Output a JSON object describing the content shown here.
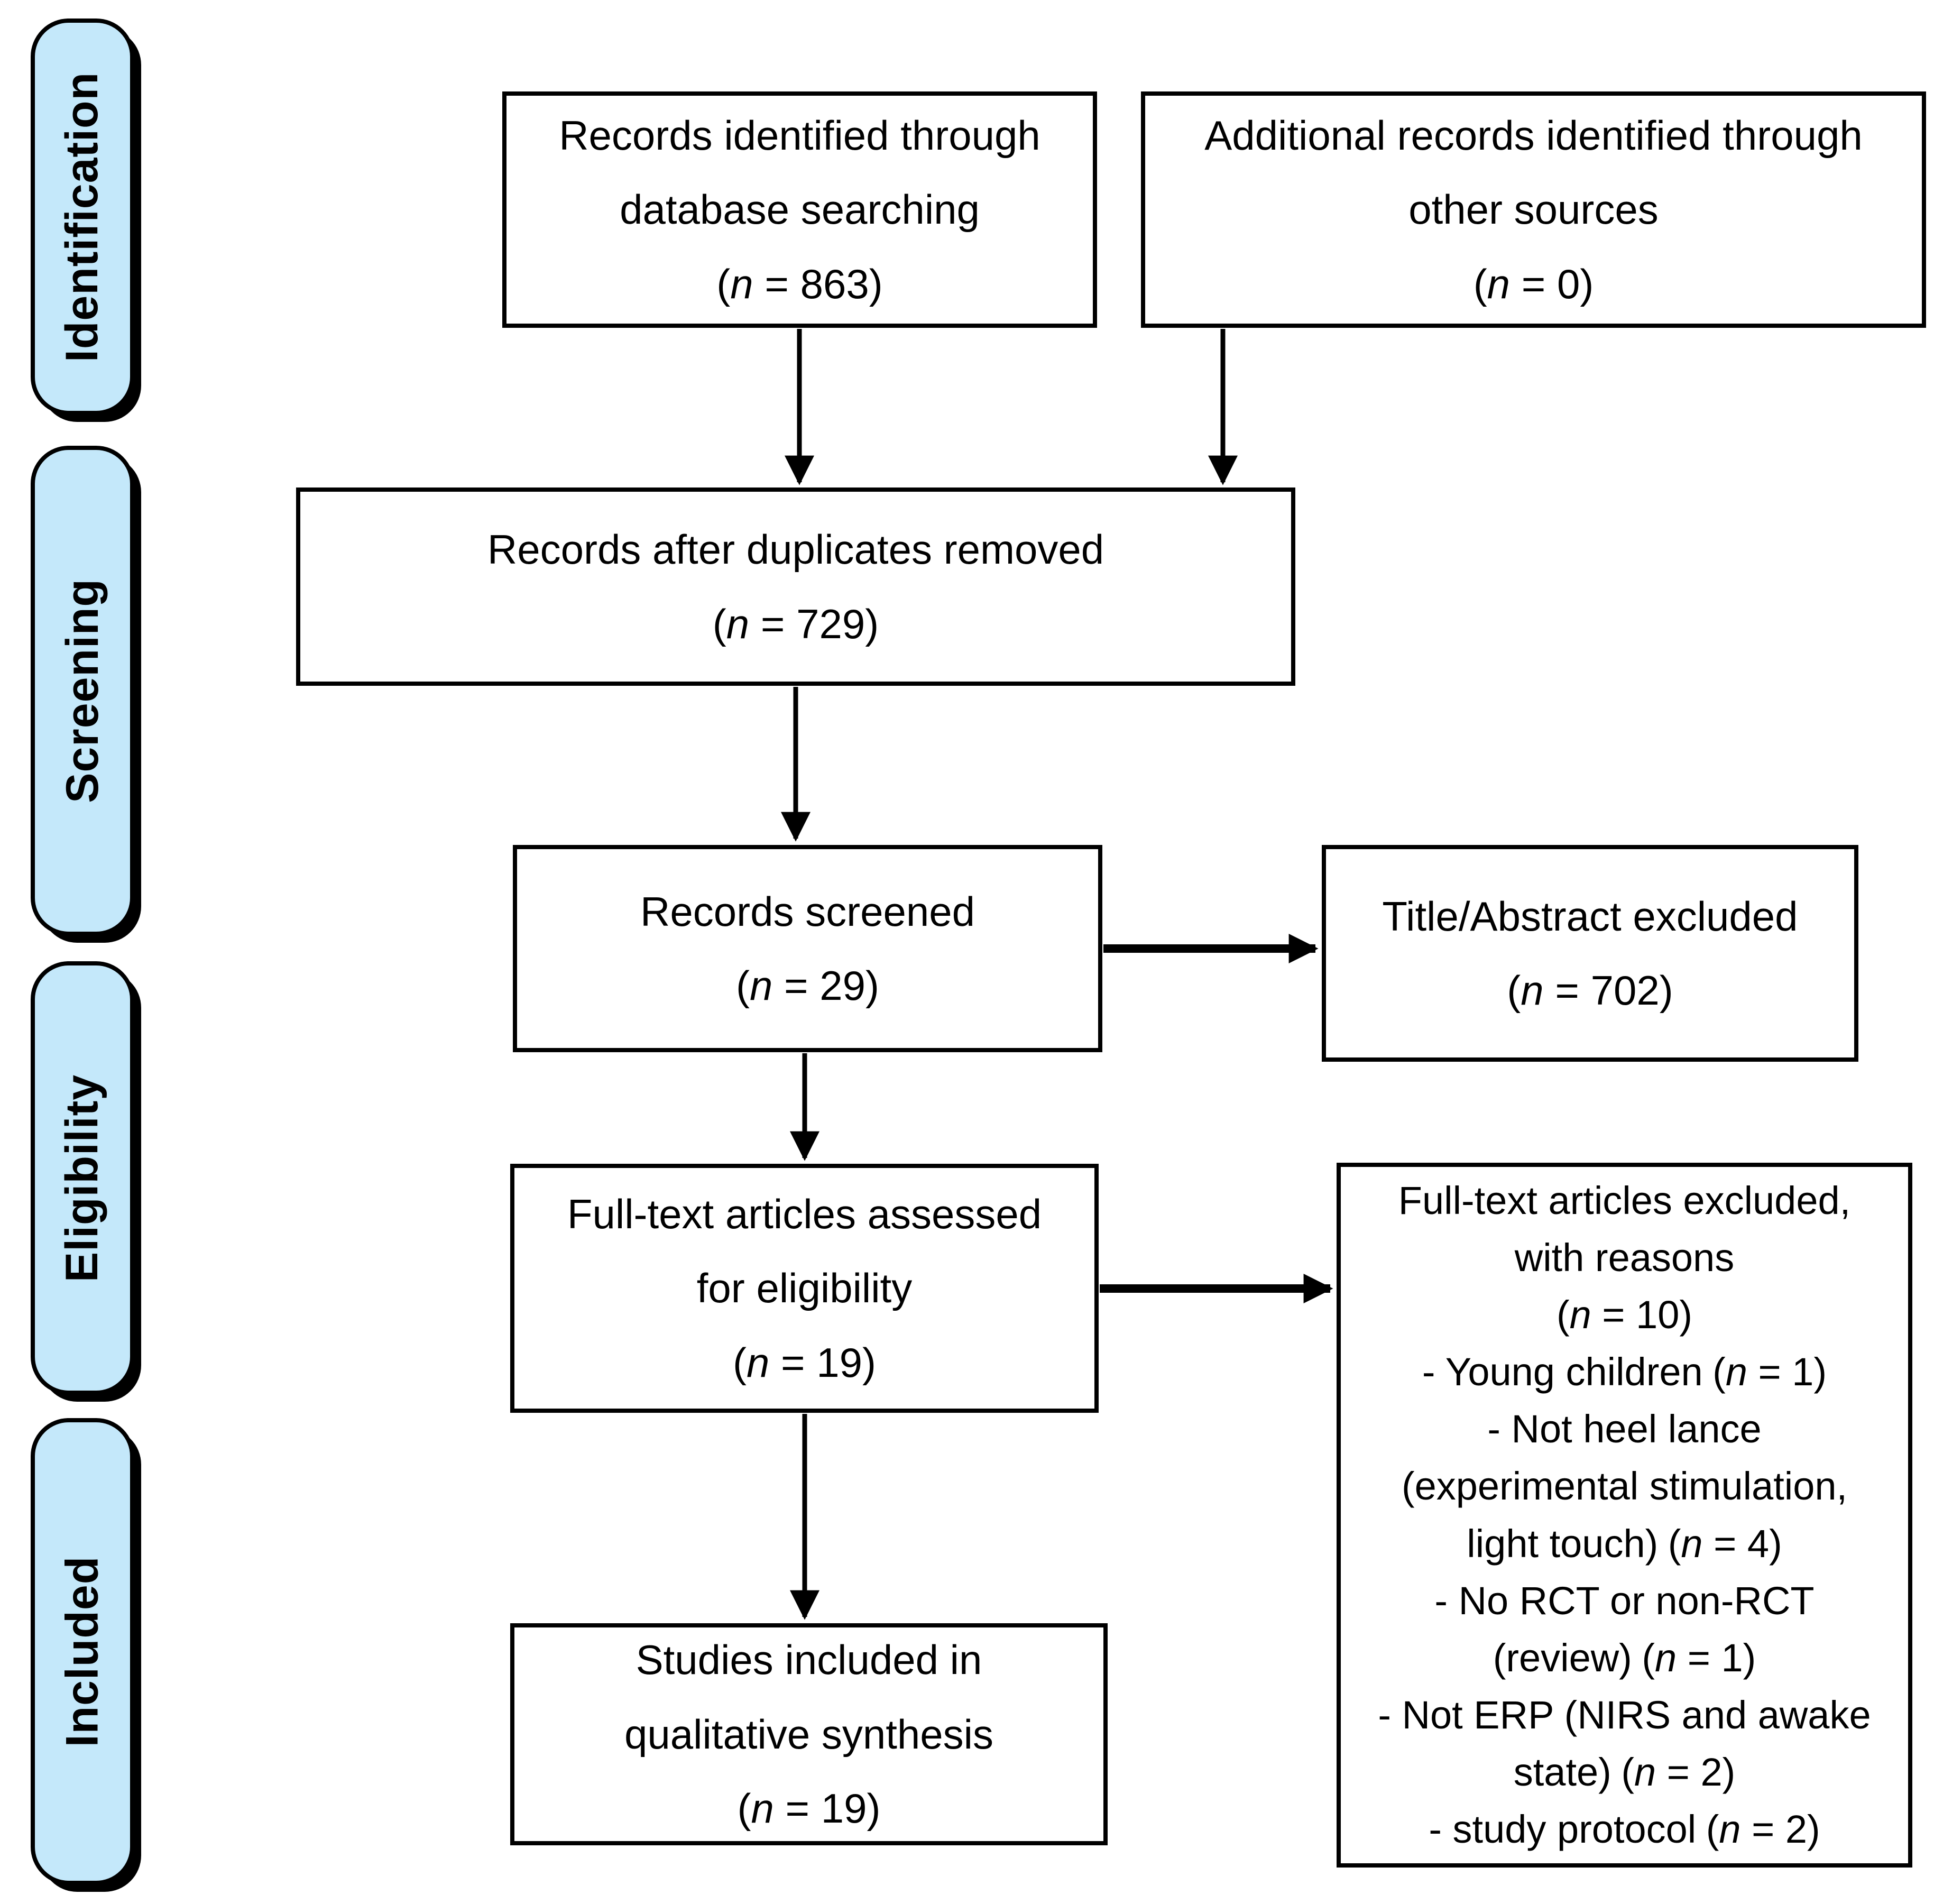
{
  "stages": [
    {
      "label": "Identification"
    },
    {
      "label": "Screening"
    },
    {
      "label": "Eligibility"
    },
    {
      "label": "Included"
    }
  ],
  "boxes": {
    "identified": {
      "line1": "Records identified through",
      "line2": "database searching",
      "n": "863"
    },
    "additional": {
      "line1": "Additional records identified through",
      "line2": "other sources",
      "n": "0"
    },
    "deduped": {
      "line1": "Records after duplicates removed",
      "n": "729"
    },
    "screened": {
      "line1": "Records screened",
      "n": "29"
    },
    "title_abstract_excluded": {
      "line1": "Title/Abstract excluded",
      "n": "702"
    },
    "fulltext_assessed": {
      "line1": "Full-text articles assessed",
      "line2": "for eligibility",
      "n": "19"
    },
    "fulltext_excluded": {
      "line1": "Full-text articles excluded,",
      "line2": "with reasons",
      "n": "10",
      "reasons": [
        {
          "text": "- Young children",
          "n": "1"
        },
        {
          "text": "- Not heel lance"
        },
        {
          "text": "(experimental stimulation,"
        },
        {
          "text": "light touch)",
          "n": "4"
        },
        {
          "text": "- No RCT or non-RCT"
        },
        {
          "text": "(review)",
          "n": "1"
        },
        {
          "text": "- Not ERP (NIRS and awake"
        },
        {
          "text": "state)",
          "n": "2"
        },
        {
          "text": "- study protocol",
          "n": "2"
        }
      ]
    },
    "included_qualitative": {
      "line1": "Studies included in",
      "line2": "qualitative synthesis",
      "n": "19"
    }
  },
  "colors": {
    "stage_fill": "#c4e8fa",
    "stage_border": "#000000",
    "box_fill": "#ffffff",
    "box_border": "#000000",
    "arrow": "#000000"
  }
}
